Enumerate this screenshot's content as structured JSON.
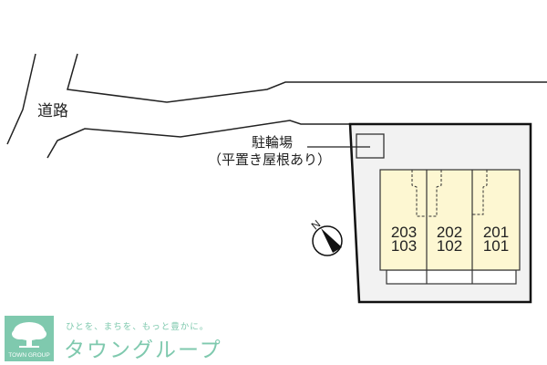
{
  "map": {
    "road_label": "道路",
    "bicycle_parking": {
      "label": "駐輪場",
      "note": "（平置き屋根あり）"
    },
    "compass": {
      "label": "N"
    },
    "units": [
      {
        "upper": "203",
        "lower": "103"
      },
      {
        "upper": "202",
        "lower": "102"
      },
      {
        "upper": "201",
        "lower": "101"
      }
    ],
    "colors": {
      "lot": "#f2f2f2",
      "building": "#fdf7d2",
      "brand": "#7fc9ae"
    }
  },
  "logo": {
    "badge_text": "TOWN GROUP",
    "tagline": "ひとを、まちを、もっと豊かに。",
    "brand_name": "タウングループ"
  }
}
